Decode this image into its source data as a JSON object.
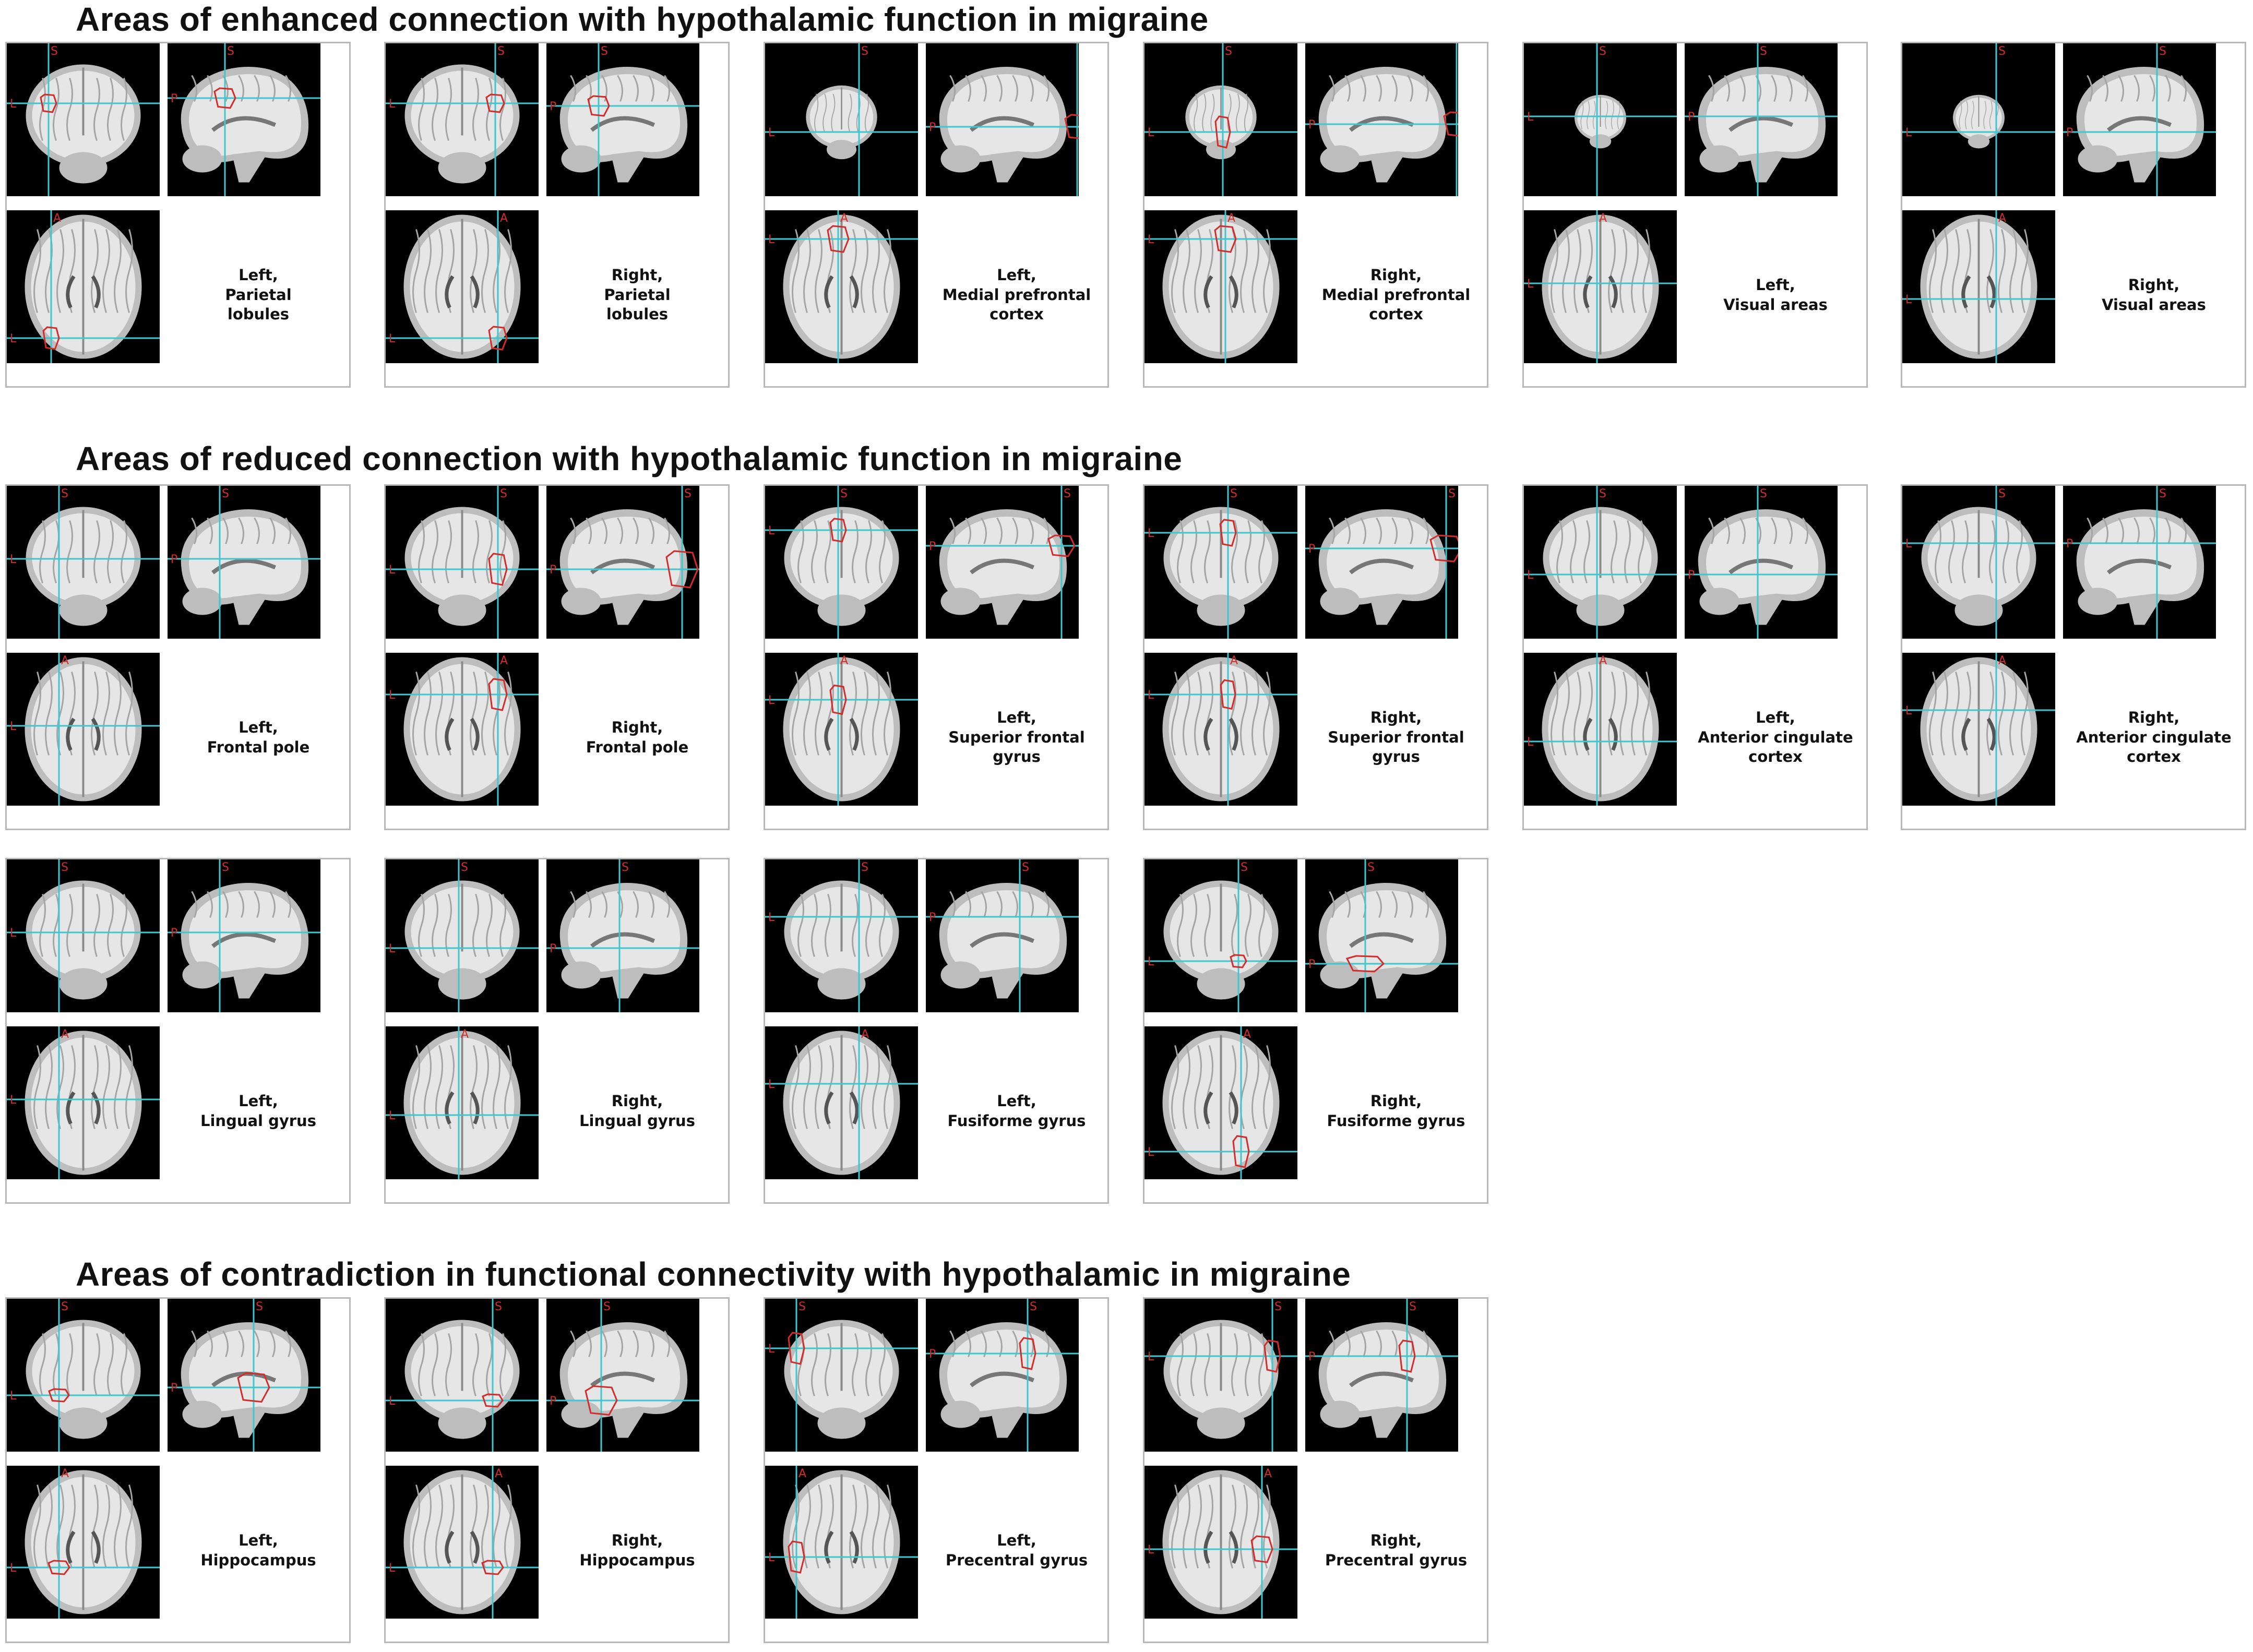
{
  "sections": [
    {
      "title": "Areas of enhanced connection with hypothalamic function in migraine",
      "panels": [
        {
          "side": "Left,",
          "lines": [
            "Parietal",
            "lobules"
          ]
        },
        {
          "side": "Right,",
          "lines": [
            "Parietal",
            "lobules"
          ]
        },
        {
          "side": "Left,",
          "lines": [
            "Medial prefrontal",
            "cortex"
          ]
        },
        {
          "side": "Right,",
          "lines": [
            "Medial prefrontal",
            "cortex"
          ]
        },
        {
          "side": "Left,",
          "lines": [
            "Visual areas"
          ]
        },
        {
          "side": "Right,",
          "lines": [
            "Visual areas"
          ]
        }
      ]
    },
    {
      "title": "Areas of reduced connection with hypothalamic function in migraine",
      "panels": [
        {
          "side": "Left,",
          "lines": [
            "Frontal pole"
          ]
        },
        {
          "side": "Right,",
          "lines": [
            "Frontal pole"
          ]
        },
        {
          "side": "Left,",
          "lines": [
            "Superior frontal gyrus"
          ]
        },
        {
          "side": "Right,",
          "lines": [
            "Superior frontal gyrus"
          ]
        },
        {
          "side": "Left,",
          "lines": [
            "Anterior cingulate",
            "cortex"
          ]
        },
        {
          "side": "Right,",
          "lines": [
            "Anterior cingulate",
            "cortex"
          ]
        },
        {
          "side": "Left,",
          "lines": [
            "Lingual gyrus"
          ]
        },
        {
          "side": "Right,",
          "lines": [
            "Lingual gyrus"
          ]
        },
        {
          "side": "Left,",
          "lines": [
            "Fusiforme gyrus"
          ]
        },
        {
          "side": "Right,",
          "lines": [
            "Fusiforme gyrus"
          ]
        }
      ]
    },
    {
      "title": "Areas of contradiction in functional connectivity with hypothalamic  in migraine",
      "panels": [
        {
          "side": "Left,",
          "lines": [
            "Hippocampus"
          ]
        },
        {
          "side": "Right,",
          "lines": [
            "Hippocampus"
          ]
        },
        {
          "side": "Left,",
          "lines": [
            "Precentral gyrus"
          ]
        },
        {
          "side": "Right,",
          "lines": [
            "Precentral gyrus"
          ]
        }
      ]
    }
  ],
  "orientation_labels": {
    "superior": "S",
    "anterior": "A",
    "left": "L",
    "posterior": "P"
  },
  "colors": {
    "crosshair": "#3fc6cf",
    "roi": "#d42b2b",
    "label": "#d42b2b",
    "border": "#b8b8b8"
  }
}
